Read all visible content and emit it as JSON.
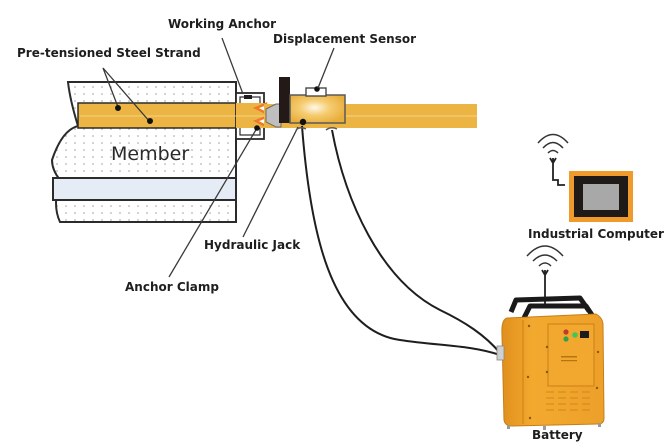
{
  "diagram": {
    "title": "Prestress tension monitoring system",
    "labels": {
      "steel_strand": "Pre-tensioned Steel Strand",
      "working_anchor": "Working Anchor",
      "displacement_sensor": "Displacement Sensor",
      "member": "Member",
      "hydraulic_jack": "Hydraulic Jack",
      "anchor_clamp": "Anchor Clamp",
      "industrial_computer": "Industrial Computer",
      "battery": "Battery"
    },
    "components": [
      {
        "id": "member",
        "name": "Member"
      },
      {
        "id": "steel-strand",
        "name": "Pre-tensioned Steel Strand"
      },
      {
        "id": "working-anchor",
        "name": "Working Anchor"
      },
      {
        "id": "anchor-clamp",
        "name": "Anchor Clamp"
      },
      {
        "id": "hydraulic-jack",
        "name": "Hydraulic Jack"
      },
      {
        "id": "displacement-sensor",
        "name": "Displacement Sensor"
      },
      {
        "id": "industrial-computer",
        "name": "Industrial Computer",
        "icon": "wireless-icon"
      },
      {
        "id": "battery",
        "name": "Battery",
        "icon": "wireless-icon"
      }
    ],
    "connections": [
      {
        "from": "hydraulic-jack",
        "to": "battery",
        "type": "cable"
      },
      {
        "from": "displacement-sensor",
        "to": "battery",
        "type": "cable"
      },
      {
        "from": "battery",
        "to": "industrial-computer",
        "type": "wireless"
      }
    ],
    "colors": {
      "strand": "#ecb443",
      "strand_line": "#f7dc9a",
      "member_fill": "#ffffff",
      "member_stripe": "#e6ecf5",
      "outline": "#2b2b2b",
      "wedge": "#f07a25",
      "computer_frame": "#f09a2c",
      "computer_bezel": "#1f1a17",
      "computer_screen": "#a8a8a8",
      "battery_body": "#f0a429",
      "battery_handle": "#1a1a1a"
    }
  }
}
